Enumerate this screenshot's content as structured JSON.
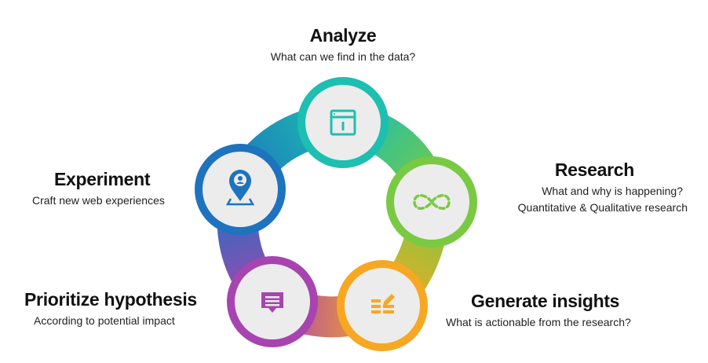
{
  "stages": [
    {
      "key": "analyze",
      "title": "Analyze",
      "subtitle": [
        "What can we find in the data?"
      ],
      "color": "#1dbfb0",
      "icon": "browser-window-icon"
    },
    {
      "key": "research",
      "title": "Research",
      "subtitle": [
        "What and why is happening?",
        "Quantitative & Qualitative research"
      ],
      "color": "#7ac943",
      "icon": "infinity-icon"
    },
    {
      "key": "generate-insights",
      "title": "Generate insights",
      "subtitle": [
        "What is actionable from the research?"
      ],
      "color": "#f7a823",
      "icon": "checklist-pencil-icon"
    },
    {
      "key": "prioritize-hypothesis",
      "title": "Prioritize hypothesis",
      "subtitle": [
        "According to potential impact"
      ],
      "color": "#a844b0",
      "icon": "chat-bubble-icon"
    },
    {
      "key": "experiment",
      "title": "Experiment",
      "subtitle": [
        "Craft new web experiences"
      ],
      "color": "#1e73be",
      "icon": "map-pin-user-icon"
    }
  ]
}
